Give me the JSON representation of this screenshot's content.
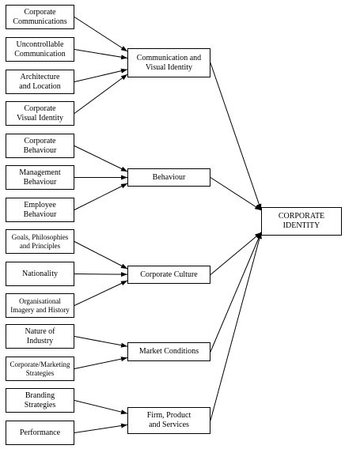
{
  "diagram": {
    "sources": [
      {
        "id": "s1",
        "label": "Corporate\nCommunications"
      },
      {
        "id": "s2",
        "label": "Uncontrollable\nCommunication"
      },
      {
        "id": "s3",
        "label": "Architecture\nand Location"
      },
      {
        "id": "s4",
        "label": "Corporate\nVisual Identity"
      },
      {
        "id": "s5",
        "label": "Corporate\nBehaviour"
      },
      {
        "id": "s6",
        "label": "Management\nBehaviour"
      },
      {
        "id": "s7",
        "label": "Employee\nBehaviour"
      },
      {
        "id": "s8",
        "label": "Goals, Philosophies\nand Principles"
      },
      {
        "id": "s9",
        "label": "Nationality"
      },
      {
        "id": "s10",
        "label": "Organisational\nImagery and History"
      },
      {
        "id": "s11",
        "label": "Nature of\nIndustry"
      },
      {
        "id": "s12",
        "label": "Corporate/Marketing\nStrategies"
      },
      {
        "id": "s13",
        "label": "Branding\nStrategies"
      },
      {
        "id": "s14",
        "label": "Performance"
      }
    ],
    "middle": [
      {
        "id": "m1",
        "label": "Communication and\nVisual Identity"
      },
      {
        "id": "m2",
        "label": "Behaviour"
      },
      {
        "id": "m3",
        "label": "Corporate Culture"
      },
      {
        "id": "m4",
        "label": "Market Conditions"
      },
      {
        "id": "m5",
        "label": "Firm, Product\nand Services"
      }
    ],
    "target": {
      "id": "t",
      "label": "CORPORATE\nIDENTITY"
    },
    "edges": [
      [
        "s1",
        "m1"
      ],
      [
        "s2",
        "m1"
      ],
      [
        "s3",
        "m1"
      ],
      [
        "s4",
        "m1"
      ],
      [
        "s5",
        "m2"
      ],
      [
        "s6",
        "m2"
      ],
      [
        "s7",
        "m2"
      ],
      [
        "s8",
        "m3"
      ],
      [
        "s9",
        "m3"
      ],
      [
        "s10",
        "m3"
      ],
      [
        "s11",
        "m4"
      ],
      [
        "s12",
        "m4"
      ],
      [
        "s13",
        "m5"
      ],
      [
        "s14",
        "m5"
      ],
      [
        "m1",
        "t"
      ],
      [
        "m2",
        "t"
      ],
      [
        "m3",
        "t"
      ],
      [
        "m4",
        "t"
      ],
      [
        "m5",
        "t"
      ]
    ]
  }
}
